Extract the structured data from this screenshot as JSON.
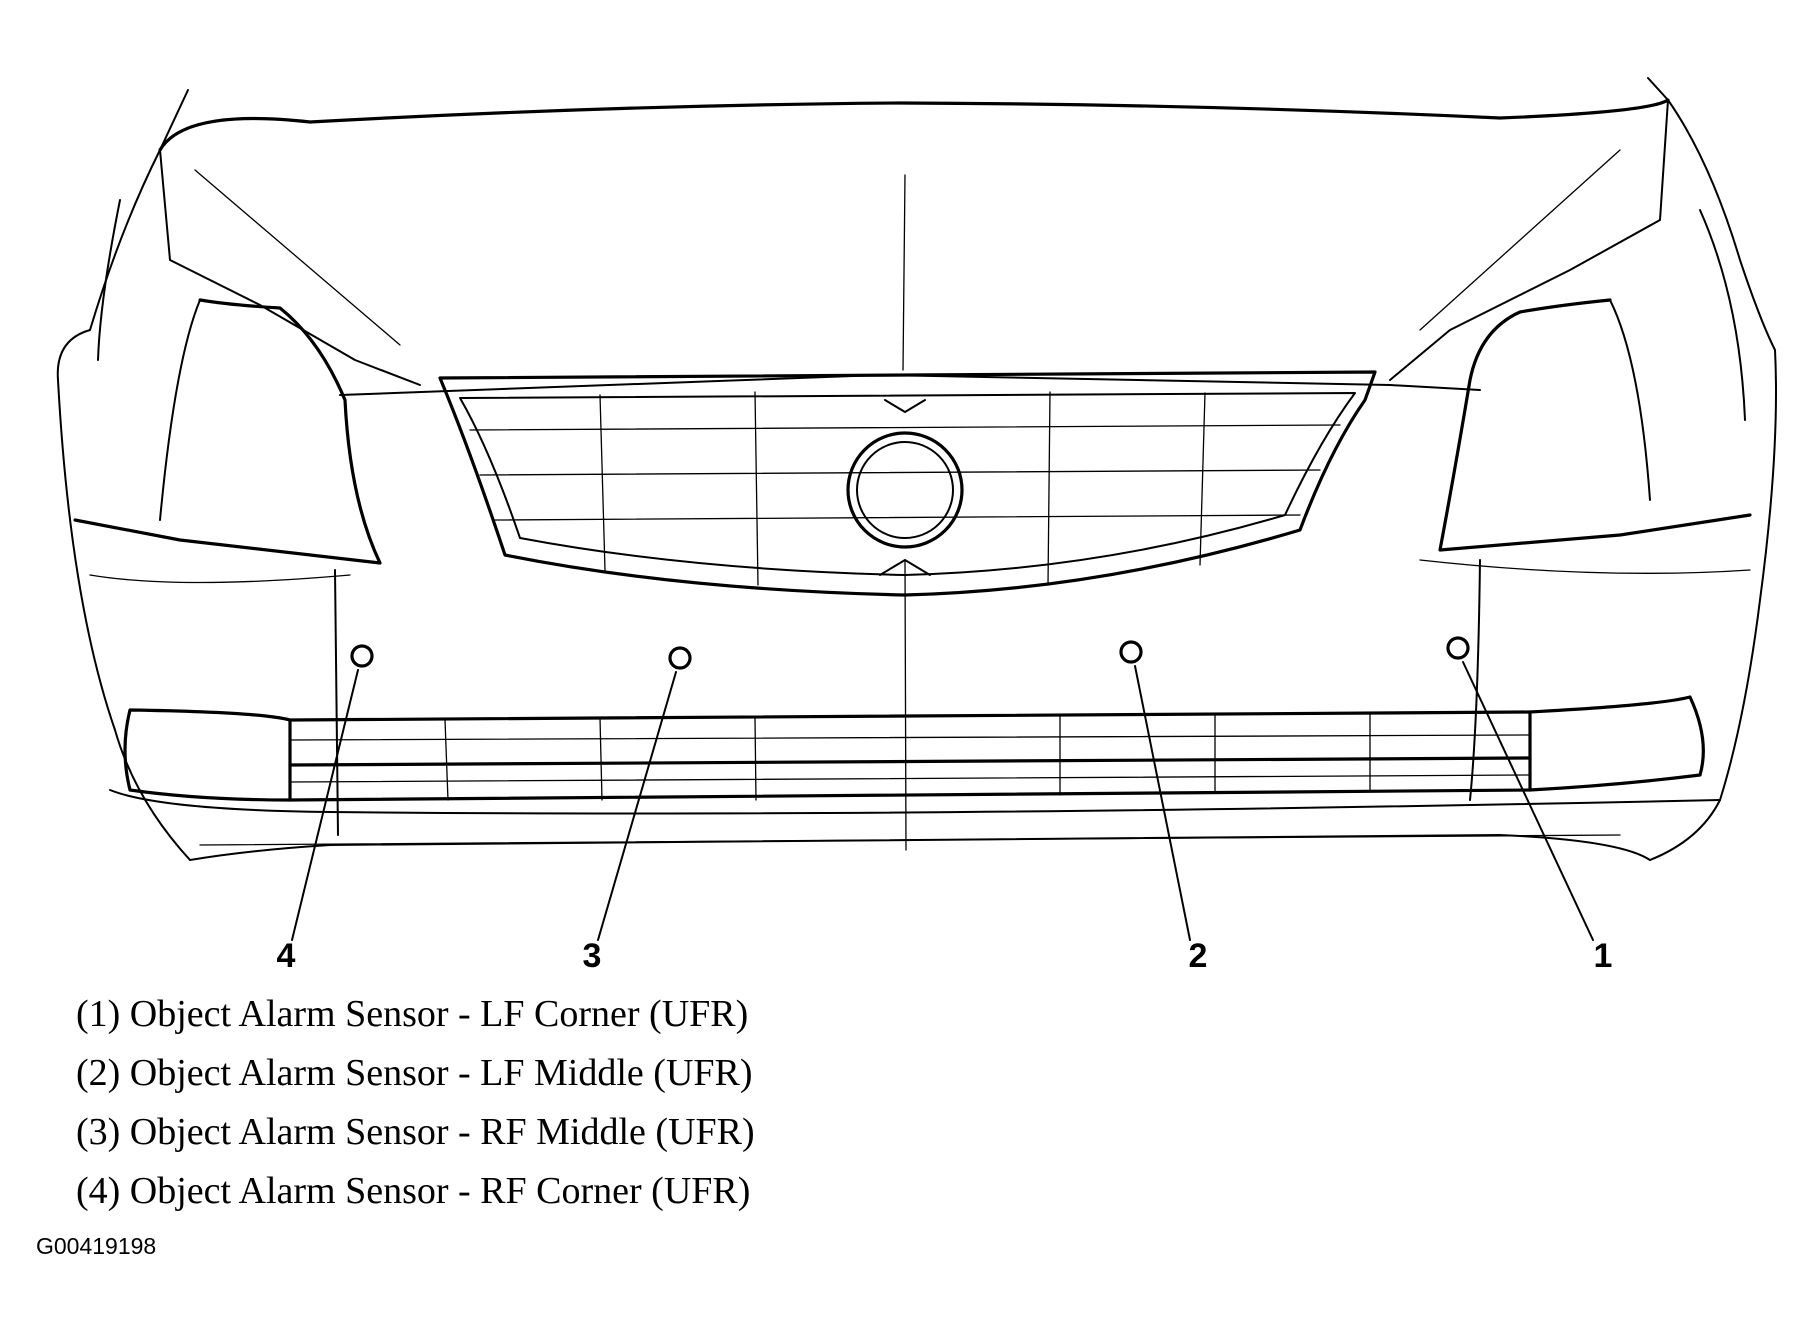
{
  "diagram": {
    "callouts": [
      {
        "number": "1",
        "label": "(1) Object Alarm Sensor - LF Corner (UFR)"
      },
      {
        "number": "2",
        "label": "(2) Object Alarm Sensor - LF Middle (UFR)"
      },
      {
        "number": "3",
        "label": "(3) Object Alarm Sensor - RF Middle (UFR)"
      },
      {
        "number": "4",
        "label": "(4) Object Alarm Sensor - RF Corner (UFR)"
      }
    ],
    "figure_id": "G00419198"
  }
}
